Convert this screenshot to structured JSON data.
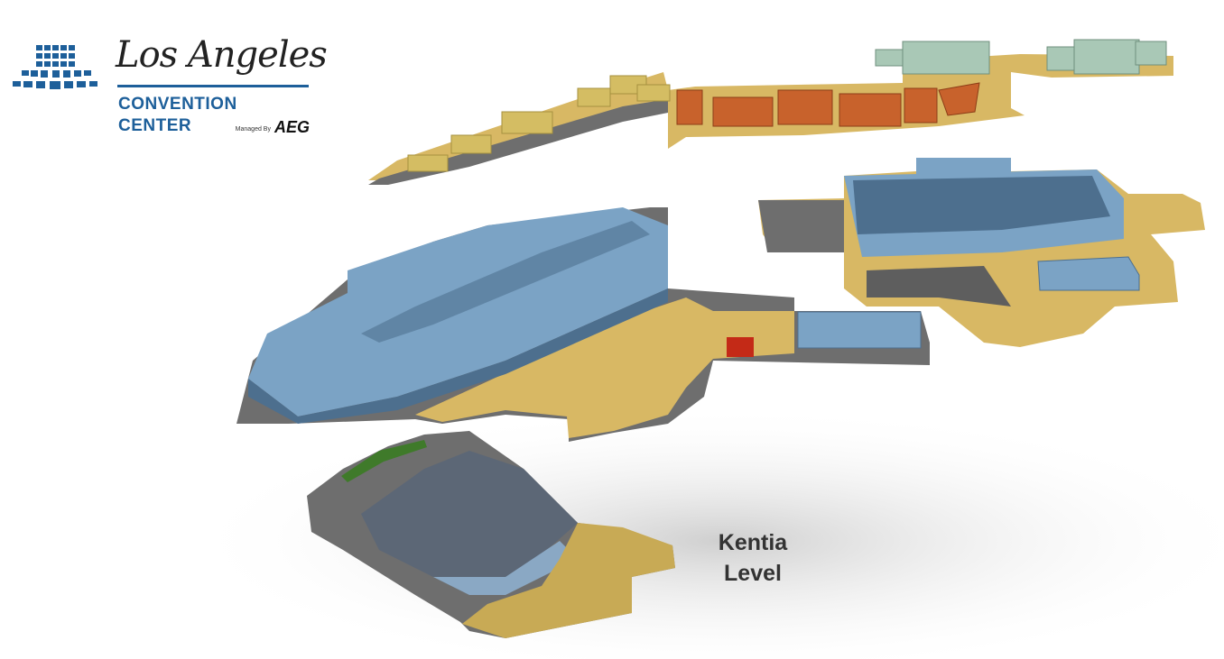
{
  "logo": {
    "script_text": "Los Angeles",
    "line1": "CONVENTION",
    "line2": "CENTER",
    "managed_by": "Managed By",
    "operator": "AEG"
  },
  "map": {
    "level_label_line1": "Kentia",
    "level_label_line2": "Level",
    "colors": {
      "corridor": "#d8b864",
      "floor": "#6e6e6e",
      "hall": "#7ba3c5",
      "hall_dark": "#4d6f8e",
      "meeting_room_orange": "#c8622c",
      "meeting_room_mint": "#a9c8b6",
      "meeting_room_tan": "#d4bd63",
      "highlight": "#c42a17",
      "green_roof": "#3f7a2a"
    }
  }
}
